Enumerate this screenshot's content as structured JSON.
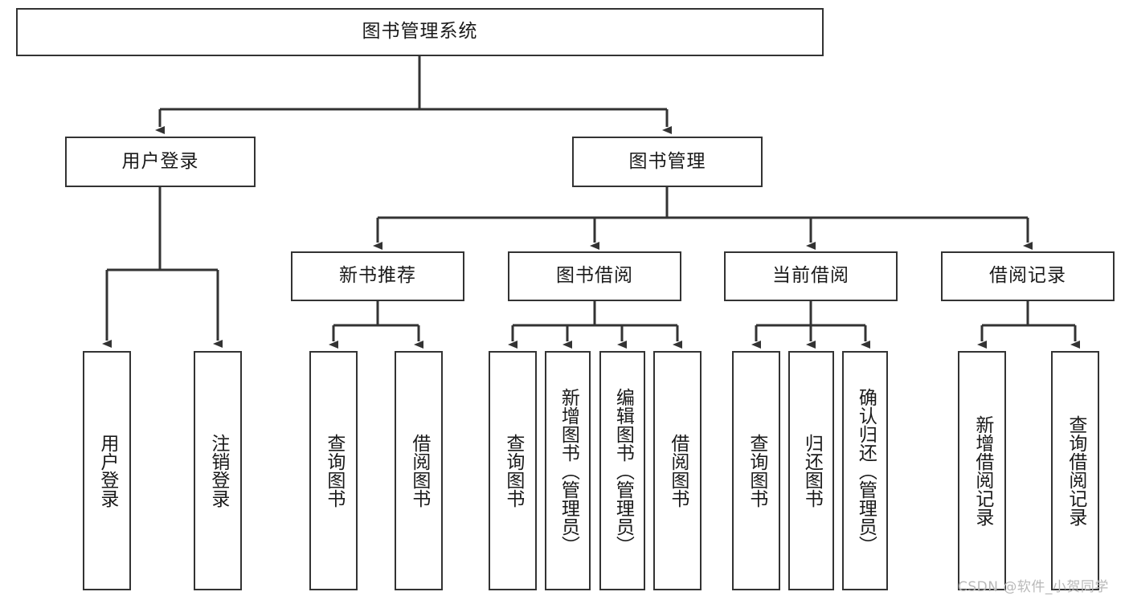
{
  "diagram": {
    "title": "图书管理系统",
    "type": "tree-hierarchy-diagram",
    "watermark": "CSDN @软件_小贺同学",
    "colors": {
      "box_border": "#333333",
      "box_fill": "#ffffff",
      "edge": "#333333",
      "text": "#1a1a1a",
      "watermark": "#b9b9b9",
      "background": "#ffffff"
    },
    "nodes": {
      "root": {
        "label": "图书管理系统",
        "orientation": "horizontal"
      },
      "level2": [
        {
          "id": "user-login",
          "label": "用户登录",
          "orientation": "horizontal"
        },
        {
          "id": "book-manage",
          "label": "图书管理",
          "orientation": "horizontal"
        }
      ],
      "level3": [
        {
          "id": "new-book-recommend",
          "label": "新书推荐",
          "orientation": "horizontal"
        },
        {
          "id": "book-borrow",
          "label": "图书借阅",
          "orientation": "horizontal"
        },
        {
          "id": "current-borrow",
          "label": "当前借阅",
          "orientation": "horizontal"
        },
        {
          "id": "borrow-record",
          "label": "借阅记录",
          "orientation": "horizontal"
        }
      ],
      "leaves": {
        "user-login": [
          {
            "id": "leaf-user-login",
            "label": "用户登录",
            "orientation": "vertical"
          },
          {
            "id": "leaf-user-logout",
            "label": "注销登录",
            "orientation": "vertical"
          }
        ],
        "new-book-recommend": [
          {
            "id": "leaf-query-book-1",
            "label": "查询图书",
            "orientation": "vertical"
          },
          {
            "id": "leaf-borrow-book-1",
            "label": "借阅图书",
            "orientation": "vertical"
          }
        ],
        "book-borrow": [
          {
            "id": "leaf-query-book-2",
            "label": "查询图书",
            "orientation": "vertical"
          },
          {
            "id": "leaf-add-book",
            "label": "新增图书（管理员）",
            "orientation": "vertical"
          },
          {
            "id": "leaf-edit-book",
            "label": "编辑图书（管理员）",
            "orientation": "vertical"
          },
          {
            "id": "leaf-borrow-book-2",
            "label": "借阅图书",
            "orientation": "vertical"
          }
        ],
        "current-borrow": [
          {
            "id": "leaf-query-book-3",
            "label": "查询图书",
            "orientation": "vertical"
          },
          {
            "id": "leaf-return-book",
            "label": "归还图书",
            "orientation": "vertical"
          },
          {
            "id": "leaf-confirm-return",
            "label": "确认归还（管理员）",
            "orientation": "vertical"
          }
        ],
        "borrow-record": [
          {
            "id": "leaf-add-record",
            "label": "新增借阅记录",
            "orientation": "vertical"
          },
          {
            "id": "leaf-query-record",
            "label": "查询借阅记录",
            "orientation": "vertical"
          }
        ]
      }
    }
  }
}
